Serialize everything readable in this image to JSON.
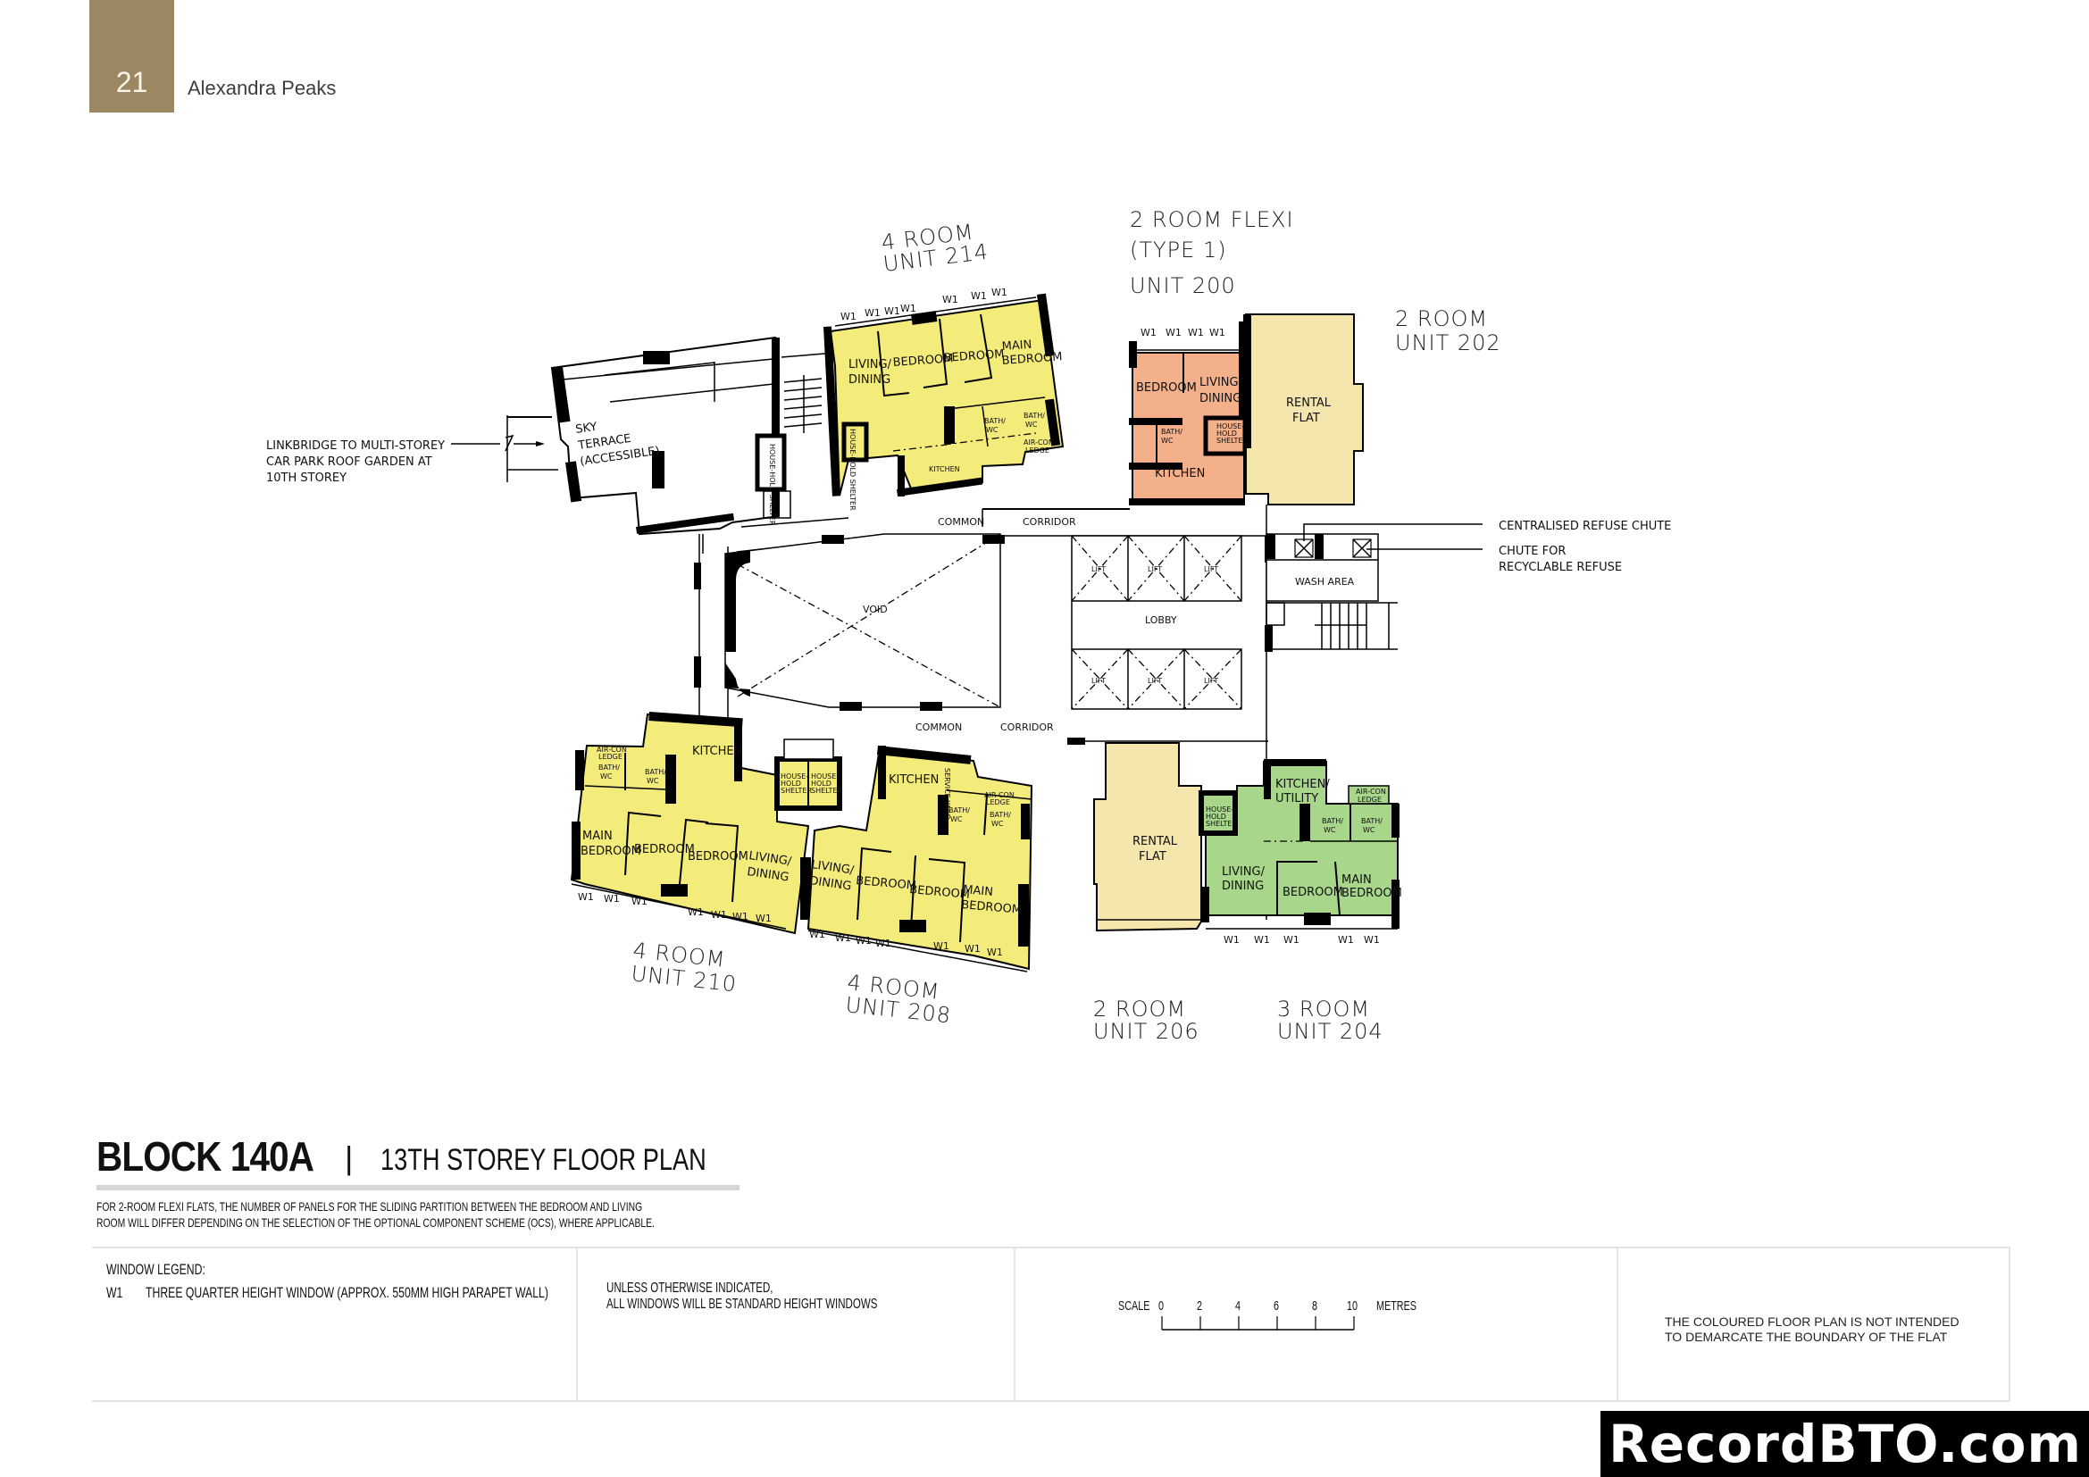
{
  "header": {
    "page_number": "21",
    "document_title": "Alexandra Peaks",
    "tab_color": "#9C8763"
  },
  "plan": {
    "colors": {
      "four_room": "#F3EB7A",
      "two_room_flexi": "#F3B08A",
      "rental_flat": "#F5E6AE",
      "three_room": "#A8D68A"
    },
    "unit_labels": {
      "u214": {
        "type": "4 ROOM",
        "unit": "UNIT 214"
      },
      "u200": {
        "type": "2 ROOM FLEXI",
        "subtype": "(TYPE 1)",
        "unit": "UNIT 200"
      },
      "u202": {
        "type": "2 ROOM",
        "unit": "UNIT 202"
      },
      "u210": {
        "type": "4 ROOM",
        "unit": "UNIT 210"
      },
      "u208": {
        "type": "4 ROOM",
        "unit": "UNIT 208"
      },
      "u206": {
        "type": "2 ROOM",
        "unit": "UNIT 206"
      },
      "u204": {
        "type": "3 ROOM",
        "unit": "UNIT 204"
      }
    },
    "rooms": {
      "living_dining_1": "LIVING/",
      "living_dining_2": "DINING",
      "bedroom": "BEDROOM",
      "main_1": "MAIN",
      "main_bedroom_2": "BEDROOM",
      "bath_1": "BATH/",
      "bath_2": "WC",
      "kitchen": "KITCHEN",
      "kitchen_utility_1": "KITCHEN/",
      "kitchen_utility_2": "UTILITY",
      "aircon_1": "AIR-CON",
      "aircon_2": "LEDGE",
      "service_yard": "SERVICE YARD",
      "household_shelter_1": "HOUSE-",
      "household_shelter_2": "HOLD",
      "household_shelter_3": "SHELTER",
      "household_shelter_vertical": "HOUSE-HOLD SHELTER",
      "rental_1": "RENTAL",
      "rental_2": "FLAT",
      "window": "W1"
    },
    "common": {
      "sky_terrace_1": "SKY",
      "sky_terrace_2": "TERRACE",
      "sky_terrace_3": "(ACCESSIBLE)",
      "common": "COMMON",
      "corridor": "CORRIDOR",
      "void": "VOID",
      "lobby": "LOBBY",
      "lift": "LIFT",
      "wash_area": "WASH AREA"
    },
    "annotations": {
      "linkbridge_1": "LINKBRIDGE TO MULTI-STOREY",
      "linkbridge_2": "CAR PARK ROOF GARDEN AT",
      "linkbridge_3": "10TH STOREY",
      "refuse_chute": "CENTRALISED REFUSE CHUTE",
      "recycle_1": "CHUTE FOR",
      "recycle_2": "RECYCLABLE REFUSE"
    }
  },
  "title": {
    "block": "BLOCK 140A",
    "separator": "|",
    "storey": "13TH STOREY FLOOR PLAN",
    "note_line_1": "FOR 2-ROOM FLEXI FLATS, THE NUMBER OF PANELS FOR THE SLIDING PARTITION BETWEEN THE BEDROOM AND LIVING",
    "note_line_2": "ROOM WILL DIFFER DEPENDING ON THE SELECTION OF THE OPTIONAL COMPONENT SCHEME (OCS), WHERE APPLICABLE."
  },
  "legend": {
    "window_heading": "WINDOW LEGEND:",
    "window_code": "W1",
    "window_desc": "THREE QUARTER HEIGHT WINDOW (APPROX. 550MM HIGH PARAPET WALL)",
    "standard_1": "UNLESS OTHERWISE INDICATED,",
    "standard_2": "ALL WINDOWS WILL BE STANDARD HEIGHT WINDOWS",
    "scale_label": "SCALE",
    "scale_ticks": [
      "0",
      "2",
      "4",
      "6",
      "8",
      "10"
    ],
    "scale_unit": "METRES",
    "disclaimer_1": "THE COLOURED FLOOR PLAN IS NOT INTENDED",
    "disclaimer_2": "TO DEMARCATE THE BOUNDARY OF THE FLAT"
  },
  "watermark": "RecordBTO.com"
}
